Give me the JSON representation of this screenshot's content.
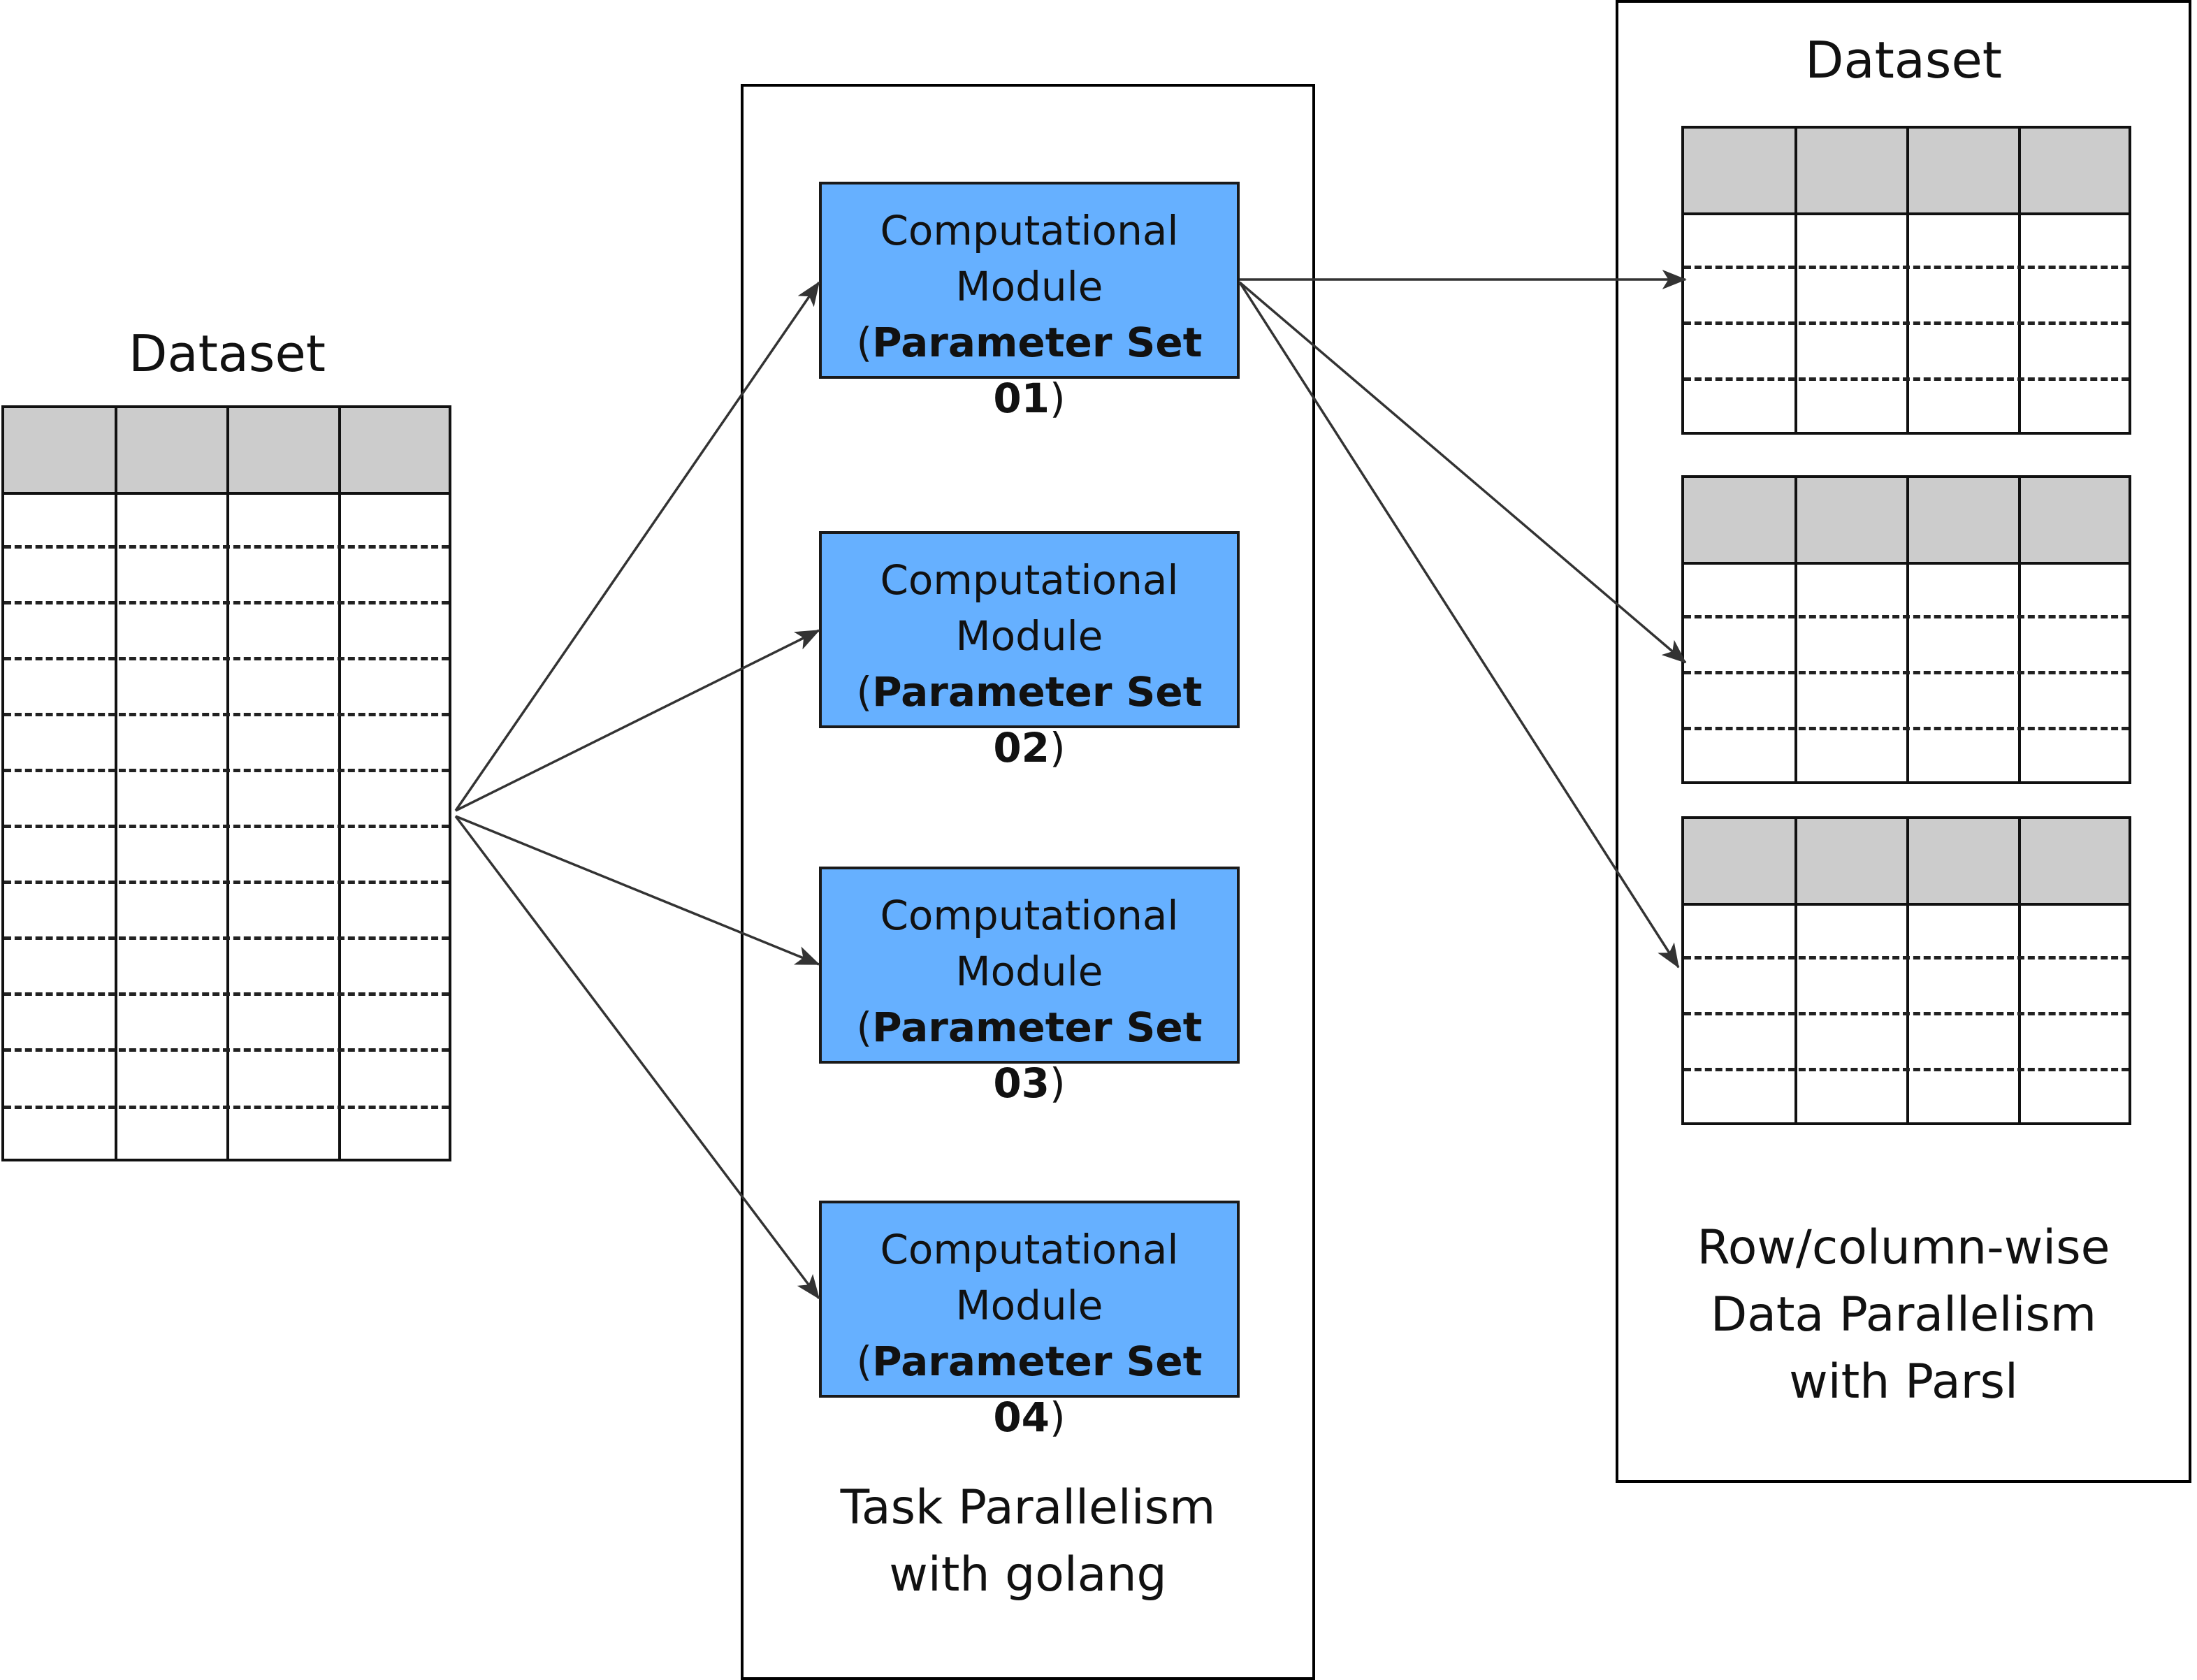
{
  "left": {
    "title": "Dataset"
  },
  "middle": {
    "modules": [
      {
        "line1": "Computational",
        "line2": "Module",
        "param": "Parameter Set 01"
      },
      {
        "line1": "Computational",
        "line2": "Module",
        "param": "Parameter Set 02"
      },
      {
        "line1": "Computational",
        "line2": "Module",
        "param": "Parameter Set 03"
      },
      {
        "line1": "Computational",
        "line2": "Module",
        "param": "Parameter Set 04"
      }
    ],
    "caption_line1": "Task Parallelism",
    "caption_line2": "with golang"
  },
  "right": {
    "title": "Dataset",
    "caption_line1": "Row/column-wise",
    "caption_line2": "Data Parallelism",
    "caption_line3": "with Parsl"
  },
  "colors": {
    "module_fill": "#66b0ff",
    "table_header": "#cccccc",
    "arrow": "#333333"
  }
}
